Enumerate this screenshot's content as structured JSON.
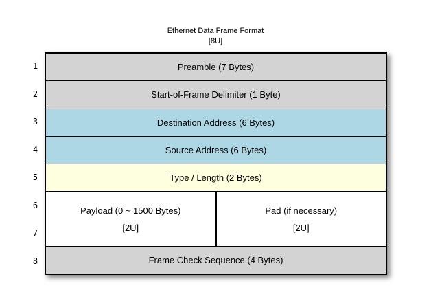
{
  "title": {
    "text": "Ethernet Data Frame Format",
    "units": "[8U]"
  },
  "row_numbers": [
    "1",
    "2",
    "3",
    "4",
    "5",
    "6",
    "7",
    "8"
  ],
  "rows": [
    {
      "label": "Preamble (7 Bytes)"
    },
    {
      "label": "Start-of-Frame Delimiter (1 Byte)"
    },
    {
      "label": "Destination Address (6 Bytes)"
    },
    {
      "label": "Source Address (6 Bytes)"
    },
    {
      "label": "Type / Length (2 Bytes)"
    },
    {
      "cells": [
        {
          "label": "Payload (0 ~ 1500 Bytes)",
          "units": "[2U]"
        },
        {
          "label": "Pad (if necessary)",
          "units": "[2U]"
        }
      ]
    },
    {
      "label": "Frame Check Sequence (4 Bytes)"
    }
  ],
  "colors": {
    "gray": "#d3d3d3",
    "blue": "#aed7e6",
    "yellow": "#feffdf",
    "white": "#ffffff",
    "border": "#000000"
  }
}
